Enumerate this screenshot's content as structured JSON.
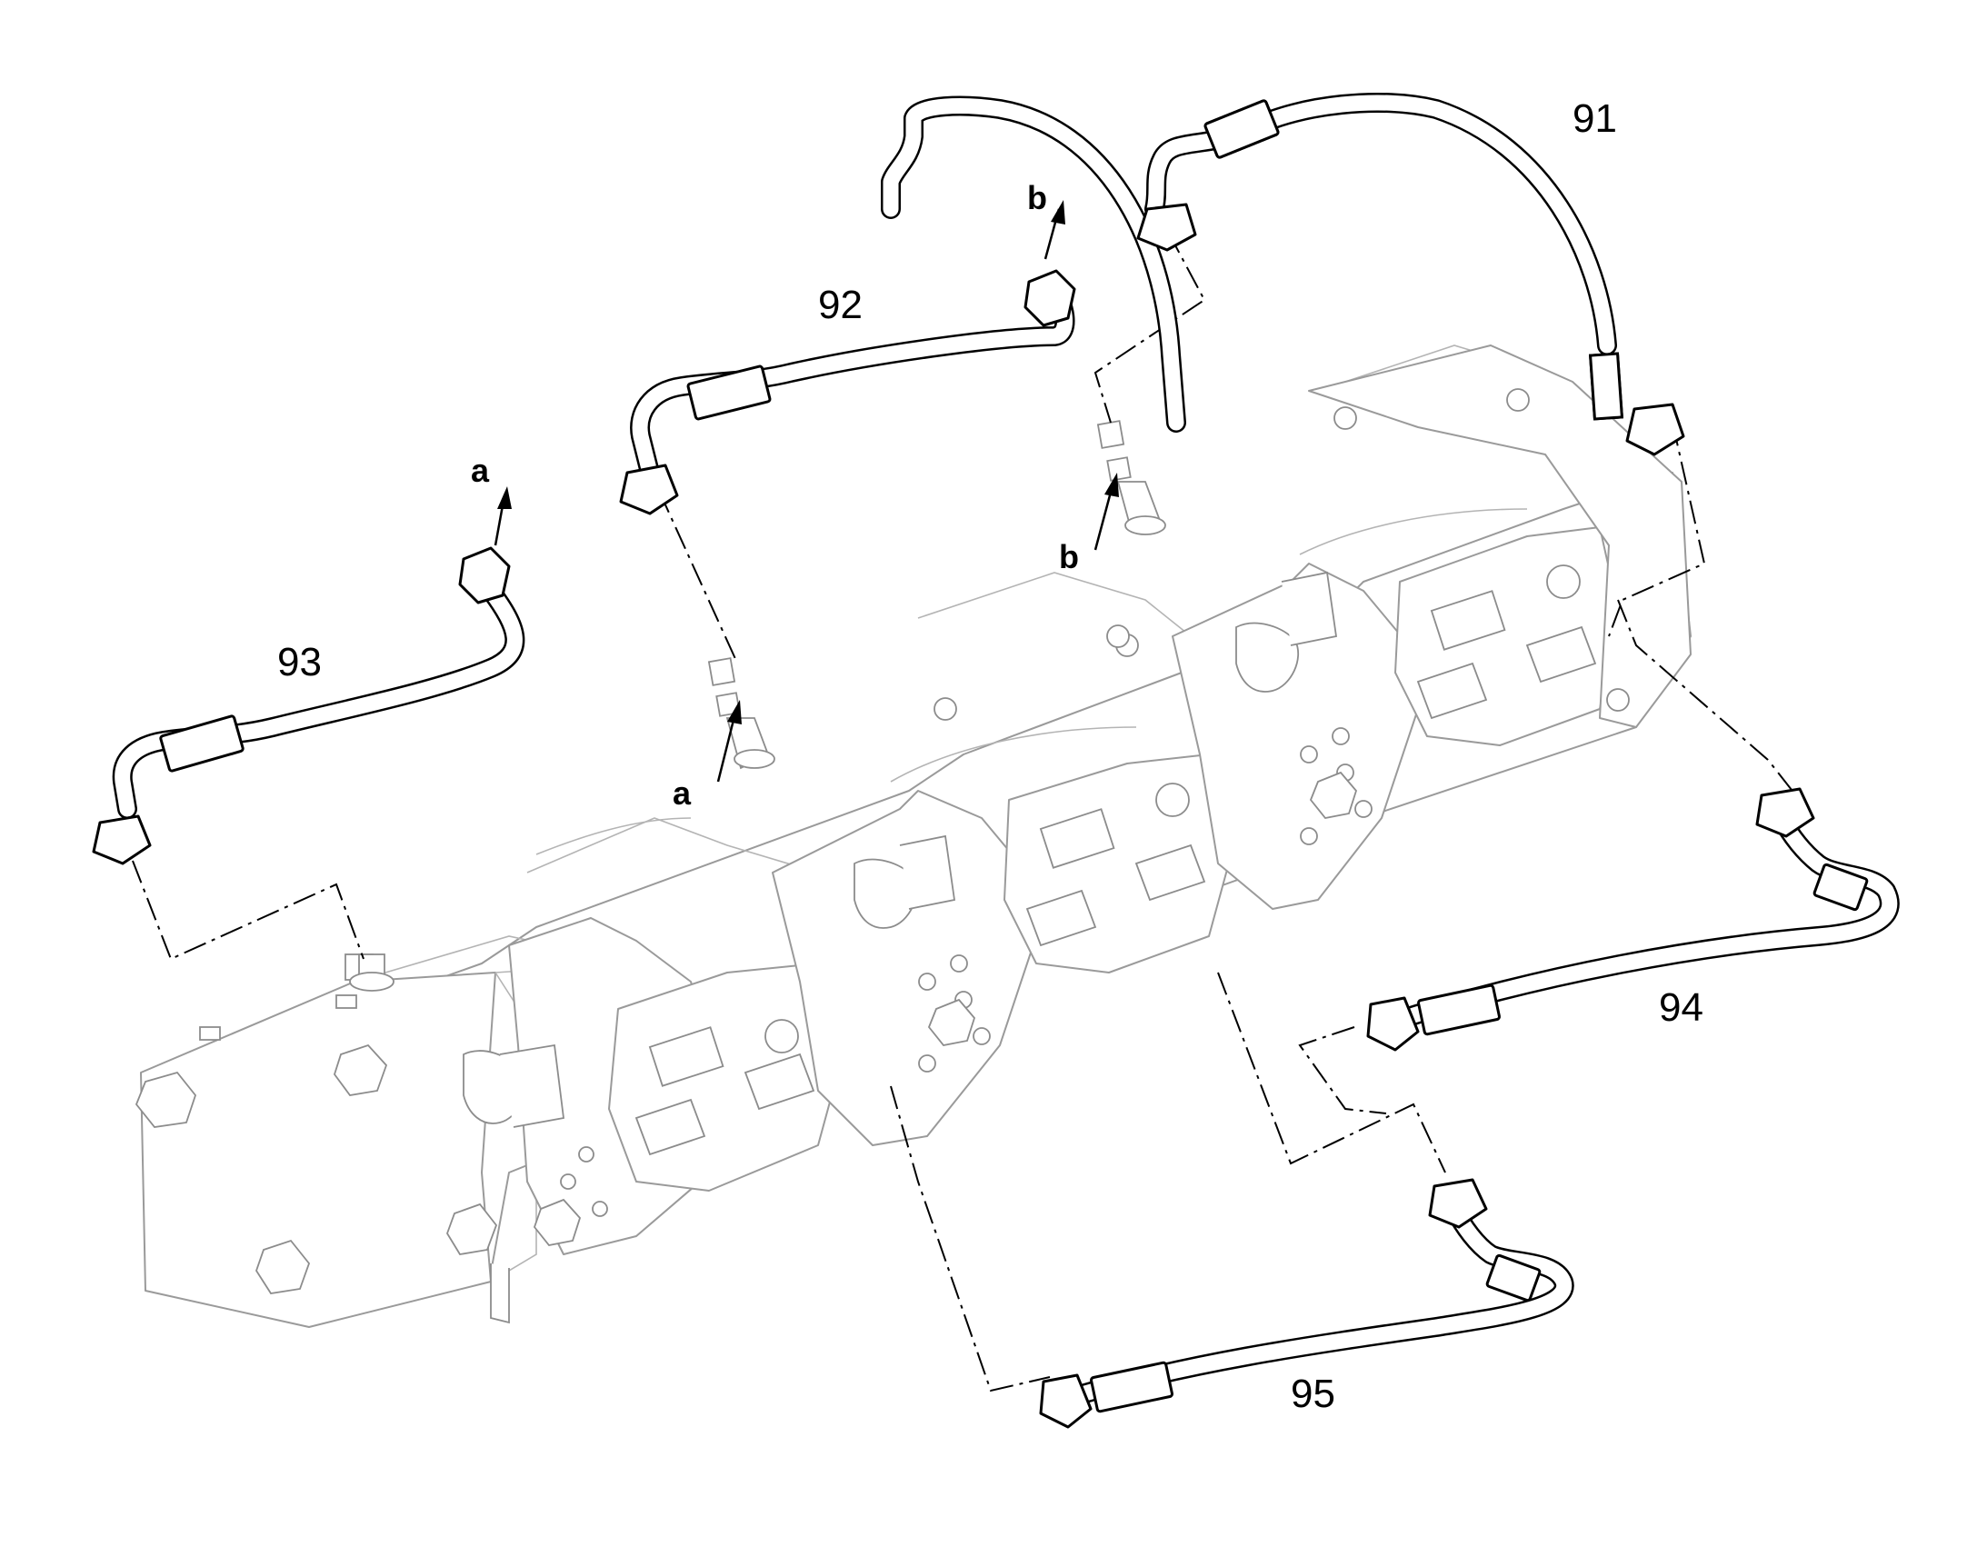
{
  "callouts": {
    "c91": "91",
    "c92": "92",
    "c93": "93",
    "c94": "94",
    "c95": "95"
  },
  "connection_letters": {
    "a_top": "a",
    "a_mid": "a",
    "b_top": "b",
    "b_mid": "b"
  },
  "colors": {
    "line_art": "#000000",
    "pump_outline": "#9a9a9a",
    "background": "#ffffff"
  }
}
